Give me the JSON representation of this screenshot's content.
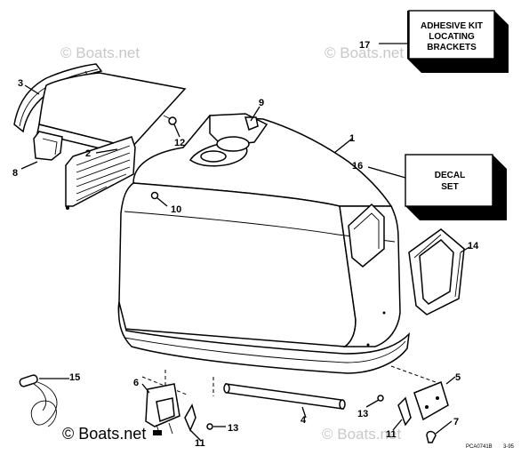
{
  "watermarks": {
    "tl": "© Boats.net",
    "tr": "© Boats.net",
    "bl": "© Boats.net",
    "br": "© Boats.net"
  },
  "boxes": {
    "adhesive": [
      "ADHESIVE KIT",
      "LOCATING",
      "BRACKETS"
    ],
    "decal": [
      "DECAL",
      "SET"
    ]
  },
  "callouts": {
    "c1": "1",
    "c2": "2",
    "c3": "3",
    "c4": "4",
    "c5": "5",
    "c6": "6",
    "c7": "7",
    "c8": "8",
    "c9": "9",
    "c10": "10",
    "c11a": "11",
    "c11b": "11",
    "c12": "12",
    "c13a": "13",
    "c13b": "13",
    "c14": "14",
    "c15": "15",
    "c16": "16",
    "c17": "17"
  },
  "reference": {
    "code": "PCA0741B",
    "date": "3-95"
  }
}
